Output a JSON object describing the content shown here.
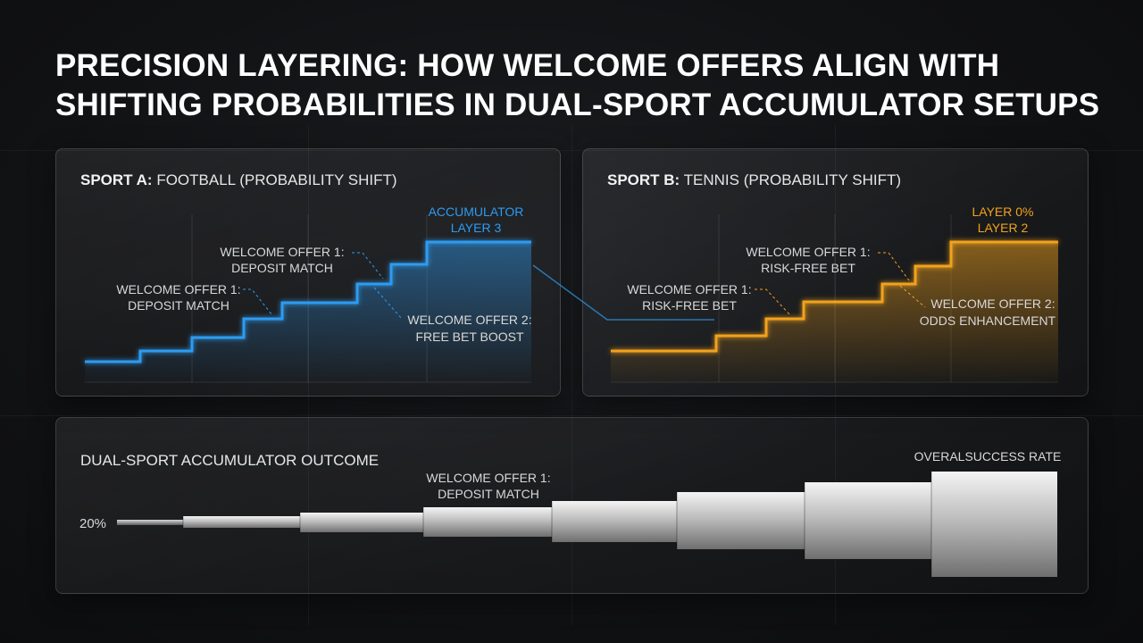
{
  "title": {
    "line1": "PRECISION LAYERING: HOW WELCOME OFFERS ALIGN WITH",
    "line2": "SHIFTING PROBABILITIES IN DUAL-SPORT ACCUMULATOR SETUPS"
  },
  "panel_a": {
    "heading_bold": "SPORT A:",
    "heading_rest": " FOOTBALL (PROBABILITY SHIFT)",
    "color": "#2f9bf0",
    "layer_label": [
      "ACCUMULATOR",
      "LAYER 3"
    ],
    "annotations": [
      {
        "lines": [
          "WELCOME OFFER 1:",
          "DEPOSIT MATCH"
        ]
      },
      {
        "lines": [
          "WELCOME OFFER 1:",
          "DEPOSIT MATCH"
        ]
      },
      {
        "lines": [
          "WELCOME OFFER 2:",
          "FREE BET BOOST"
        ]
      }
    ]
  },
  "panel_b": {
    "heading_bold": "SPORT B:",
    "heading_rest": " TENNIS (PROBABILITY SHIFT)",
    "color": "#f2a21c",
    "layer_label": [
      "LAYER 0%",
      "LAYER 2"
    ],
    "annotations": [
      {
        "lines": [
          "WELCOME OFFER 1:",
          "RISK-FREE BET"
        ]
      },
      {
        "lines": [
          "WELCOME OFFER 1:",
          "RISK-FREE BET"
        ]
      },
      {
        "lines": [
          "WELCOME OFFER 2:",
          "ODDS ENHANCEMENT"
        ]
      }
    ]
  },
  "panel_c": {
    "heading": "DUAL-SPORT ACCUMULATOR OUTCOME",
    "start_label": "20%",
    "end_label": "OVERALSUCCESS RATE",
    "annotation": [
      "WELCOME OFFER 1:",
      "DEPOSIT MATCH"
    ]
  }
}
